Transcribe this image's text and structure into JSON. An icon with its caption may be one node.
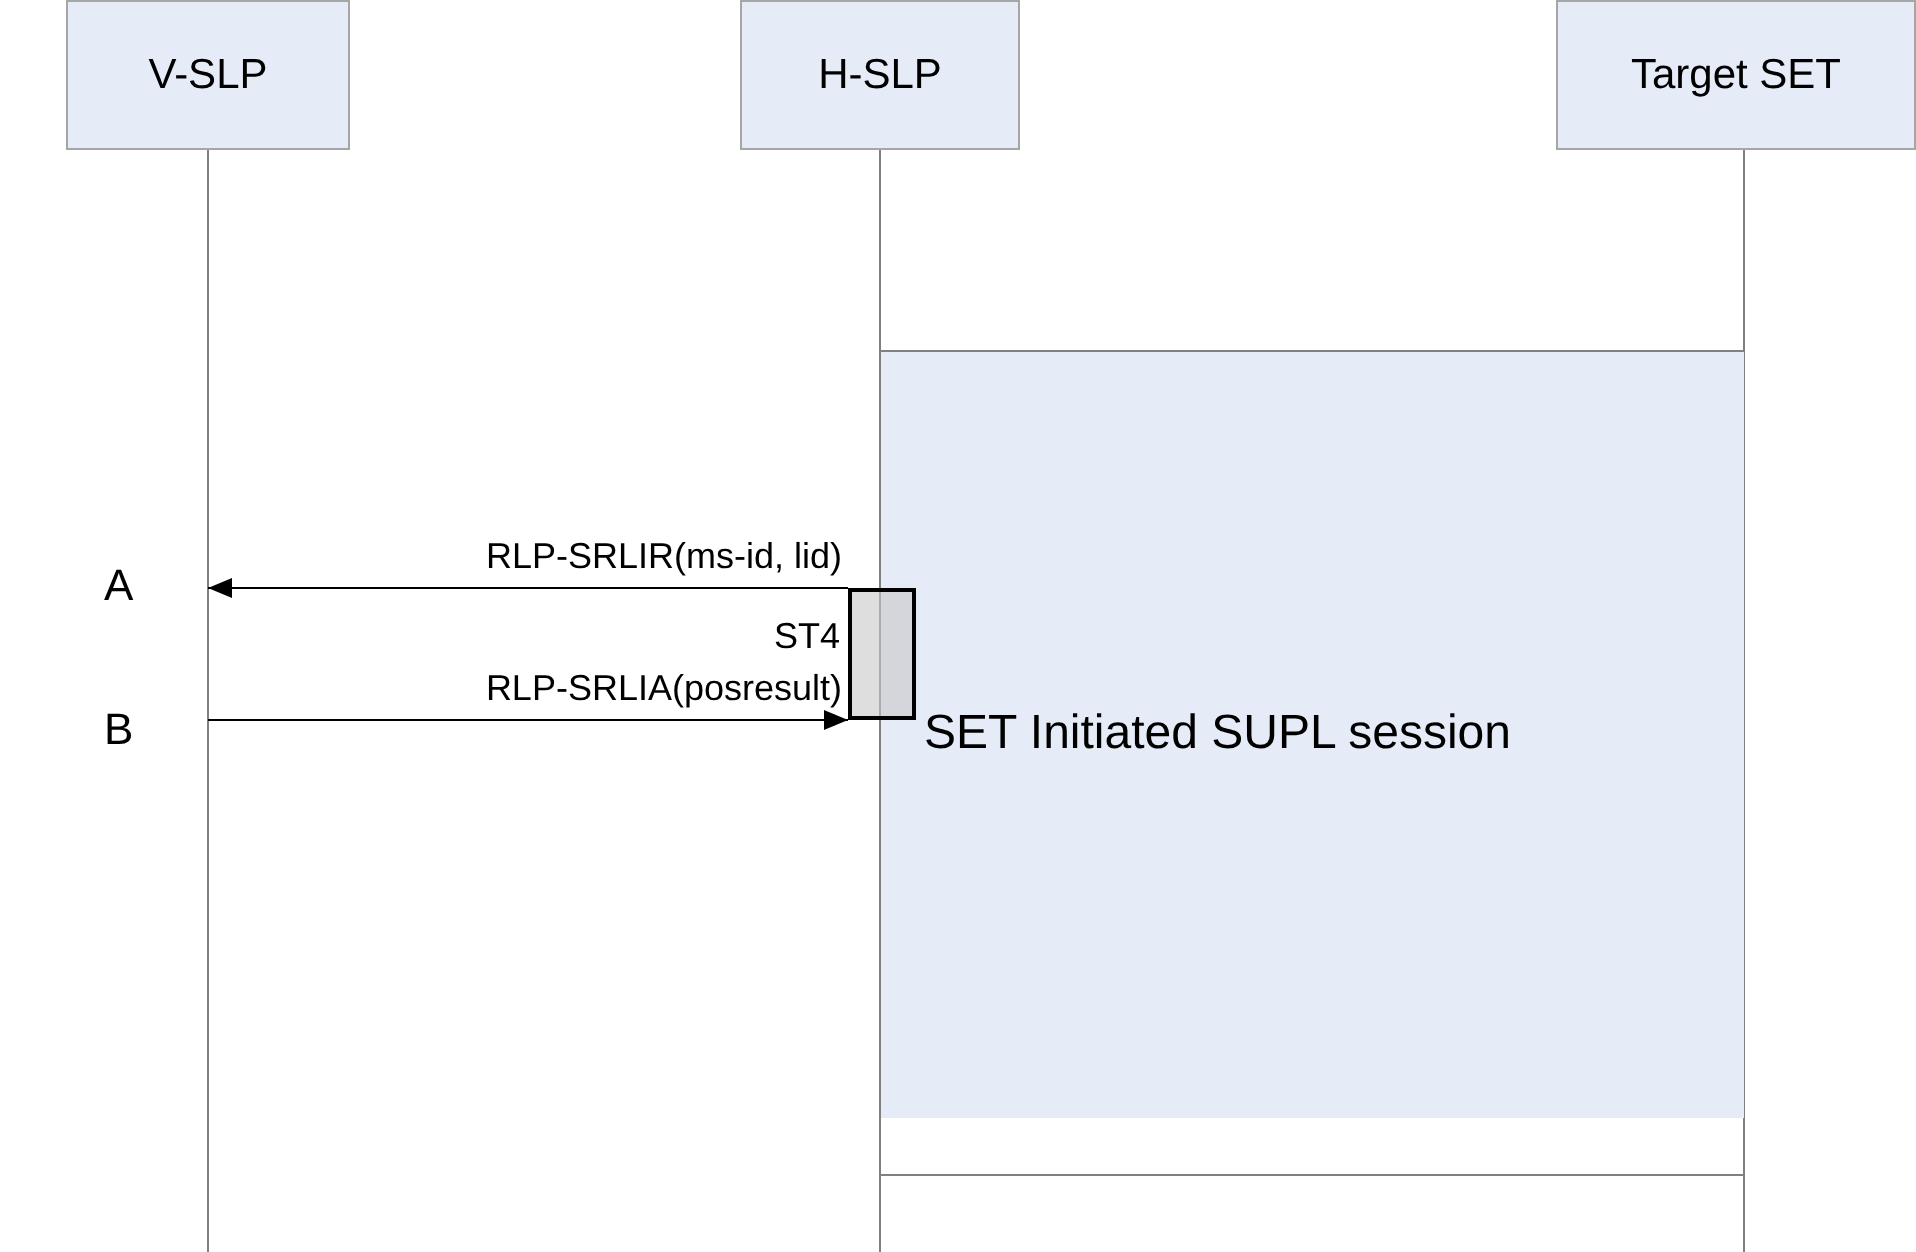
{
  "diagram": {
    "nodes": [
      {
        "text": [
          "V-SLP"
        ]
      },
      {
        "text": [
          "H-SLP"
        ]
      },
      {
        "text": [
          "Target SET"
        ]
      },
      {
        "text": [
          "SET Initiated SUPL session"
        ]
      },
      {
        "text": [],
        "shape": "box",
        "beside": [
          "ST4"
        ],
        "in": 1
      }
    ],
    "edges": [
      {
        "from": 4,
        "to": 0,
        "arrow": "to",
        "label": "RLP-SRLIR(ms-id, lid)"
      },
      {
        "from": 0,
        "to": 4,
        "arrow": "to",
        "label": "RLP-SRLIA(posresult)"
      }
    ],
    "labels": [
      "A",
      "B"
    ]
  }
}
